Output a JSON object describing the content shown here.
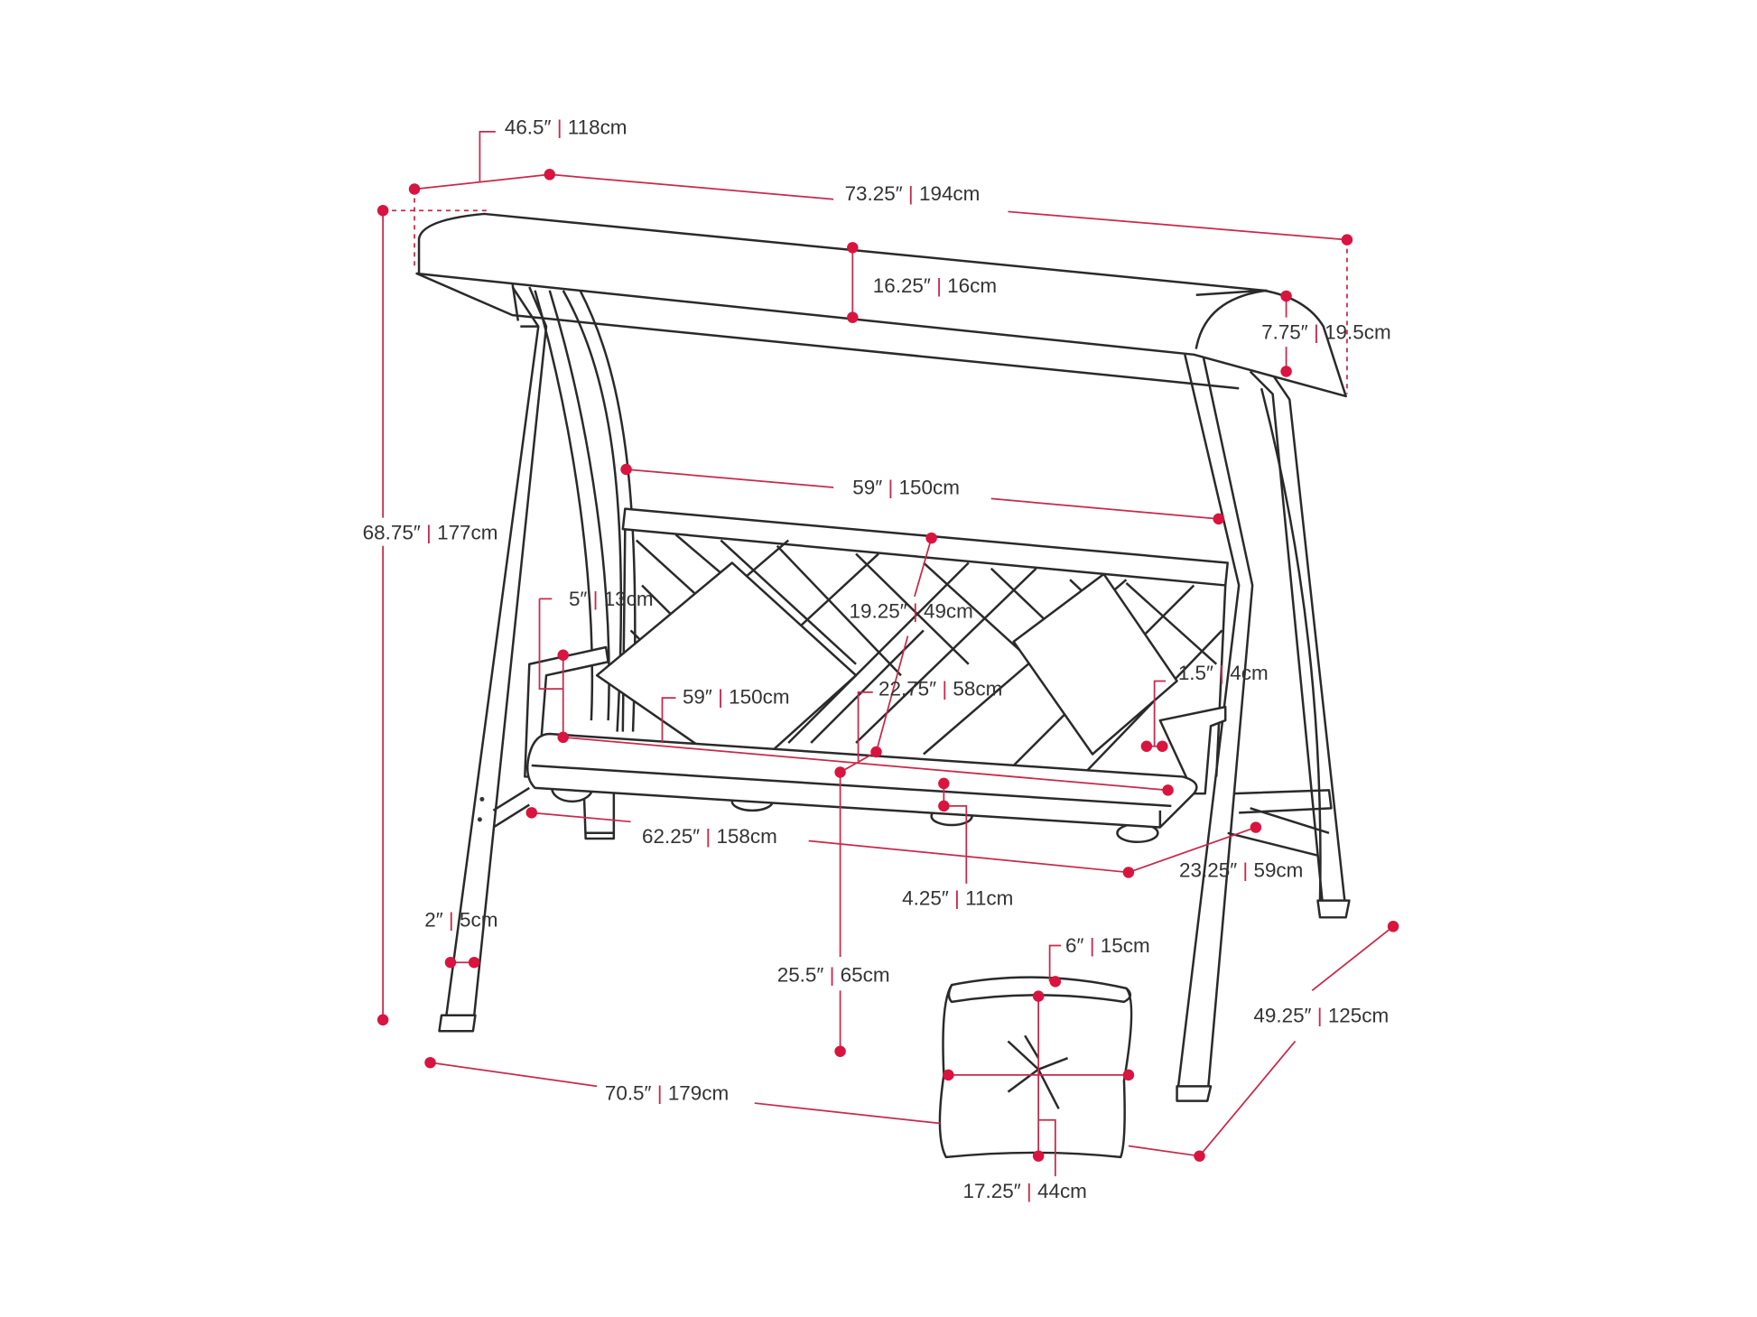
{
  "title": "Porch swing dimensions diagram",
  "accent_color": "#d9143f",
  "separator": "|",
  "dimensions": {
    "canopy_depth": {
      "in": "46.5″",
      "cm": "118cm"
    },
    "canopy_width": {
      "in": "73.25″",
      "cm": "194cm"
    },
    "canopy_front_height": {
      "in": "16.25″",
      "cm": "16cm"
    },
    "canopy_side_height": {
      "in": "7.75″",
      "cm": "19.5cm"
    },
    "overall_height": {
      "in": "68.75″",
      "cm": "177cm"
    },
    "backrest_width": {
      "in": "59″",
      "cm": "150cm"
    },
    "backrest_height": {
      "in": "19.25″",
      "cm": "49cm"
    },
    "armrest_height": {
      "in": "5″",
      "cm": "13cm"
    },
    "seat_width": {
      "in": "59″",
      "cm": "150cm"
    },
    "seat_depth": {
      "in": "22.75″",
      "cm": "58cm"
    },
    "arm_width": {
      "in": "1.5″",
      "cm": "4cm"
    },
    "seat_frame_width": {
      "in": "62.25″",
      "cm": "158cm"
    },
    "seat_frame_depth": {
      "in": "23.25″",
      "cm": "59cm"
    },
    "seat_cushion_thickness": {
      "in": "4.25″",
      "cm": "11cm"
    },
    "leg_width": {
      "in": "2″",
      "cm": "5cm"
    },
    "seat_height": {
      "in": "25.5″",
      "cm": "65cm"
    },
    "pillow_thickness": {
      "in": "6″",
      "cm": "15cm"
    },
    "base_depth": {
      "in": "49.25″",
      "cm": "125cm"
    },
    "base_width": {
      "in": "70.5″",
      "cm": "179cm"
    },
    "pillow_size": {
      "in": "17.25″",
      "cm": "44cm"
    }
  }
}
